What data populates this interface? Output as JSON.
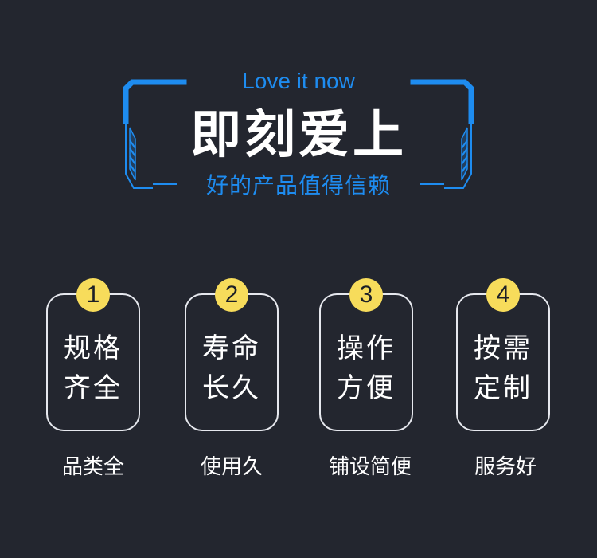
{
  "header": {
    "subtitle_en": "Love it now",
    "headline": "即刻爱上",
    "tagline": "好的产品值得信赖"
  },
  "colors": {
    "background": "#23262f",
    "accent_blue": "#1e8cf0",
    "badge_yellow": "#f7dc5b",
    "card_border": "#e6e8ee",
    "text_white": "#ffffff"
  },
  "features": [
    {
      "number": "1",
      "line1": "规格",
      "line2": "齐全",
      "caption": "品类全"
    },
    {
      "number": "2",
      "line1": "寿命",
      "line2": "长久",
      "caption": "使用久"
    },
    {
      "number": "3",
      "line1": "操作",
      "line2": "方便",
      "caption": "铺设简便"
    },
    {
      "number": "4",
      "line1": "按需",
      "line2": "定制",
      "caption": "服务好"
    }
  ]
}
